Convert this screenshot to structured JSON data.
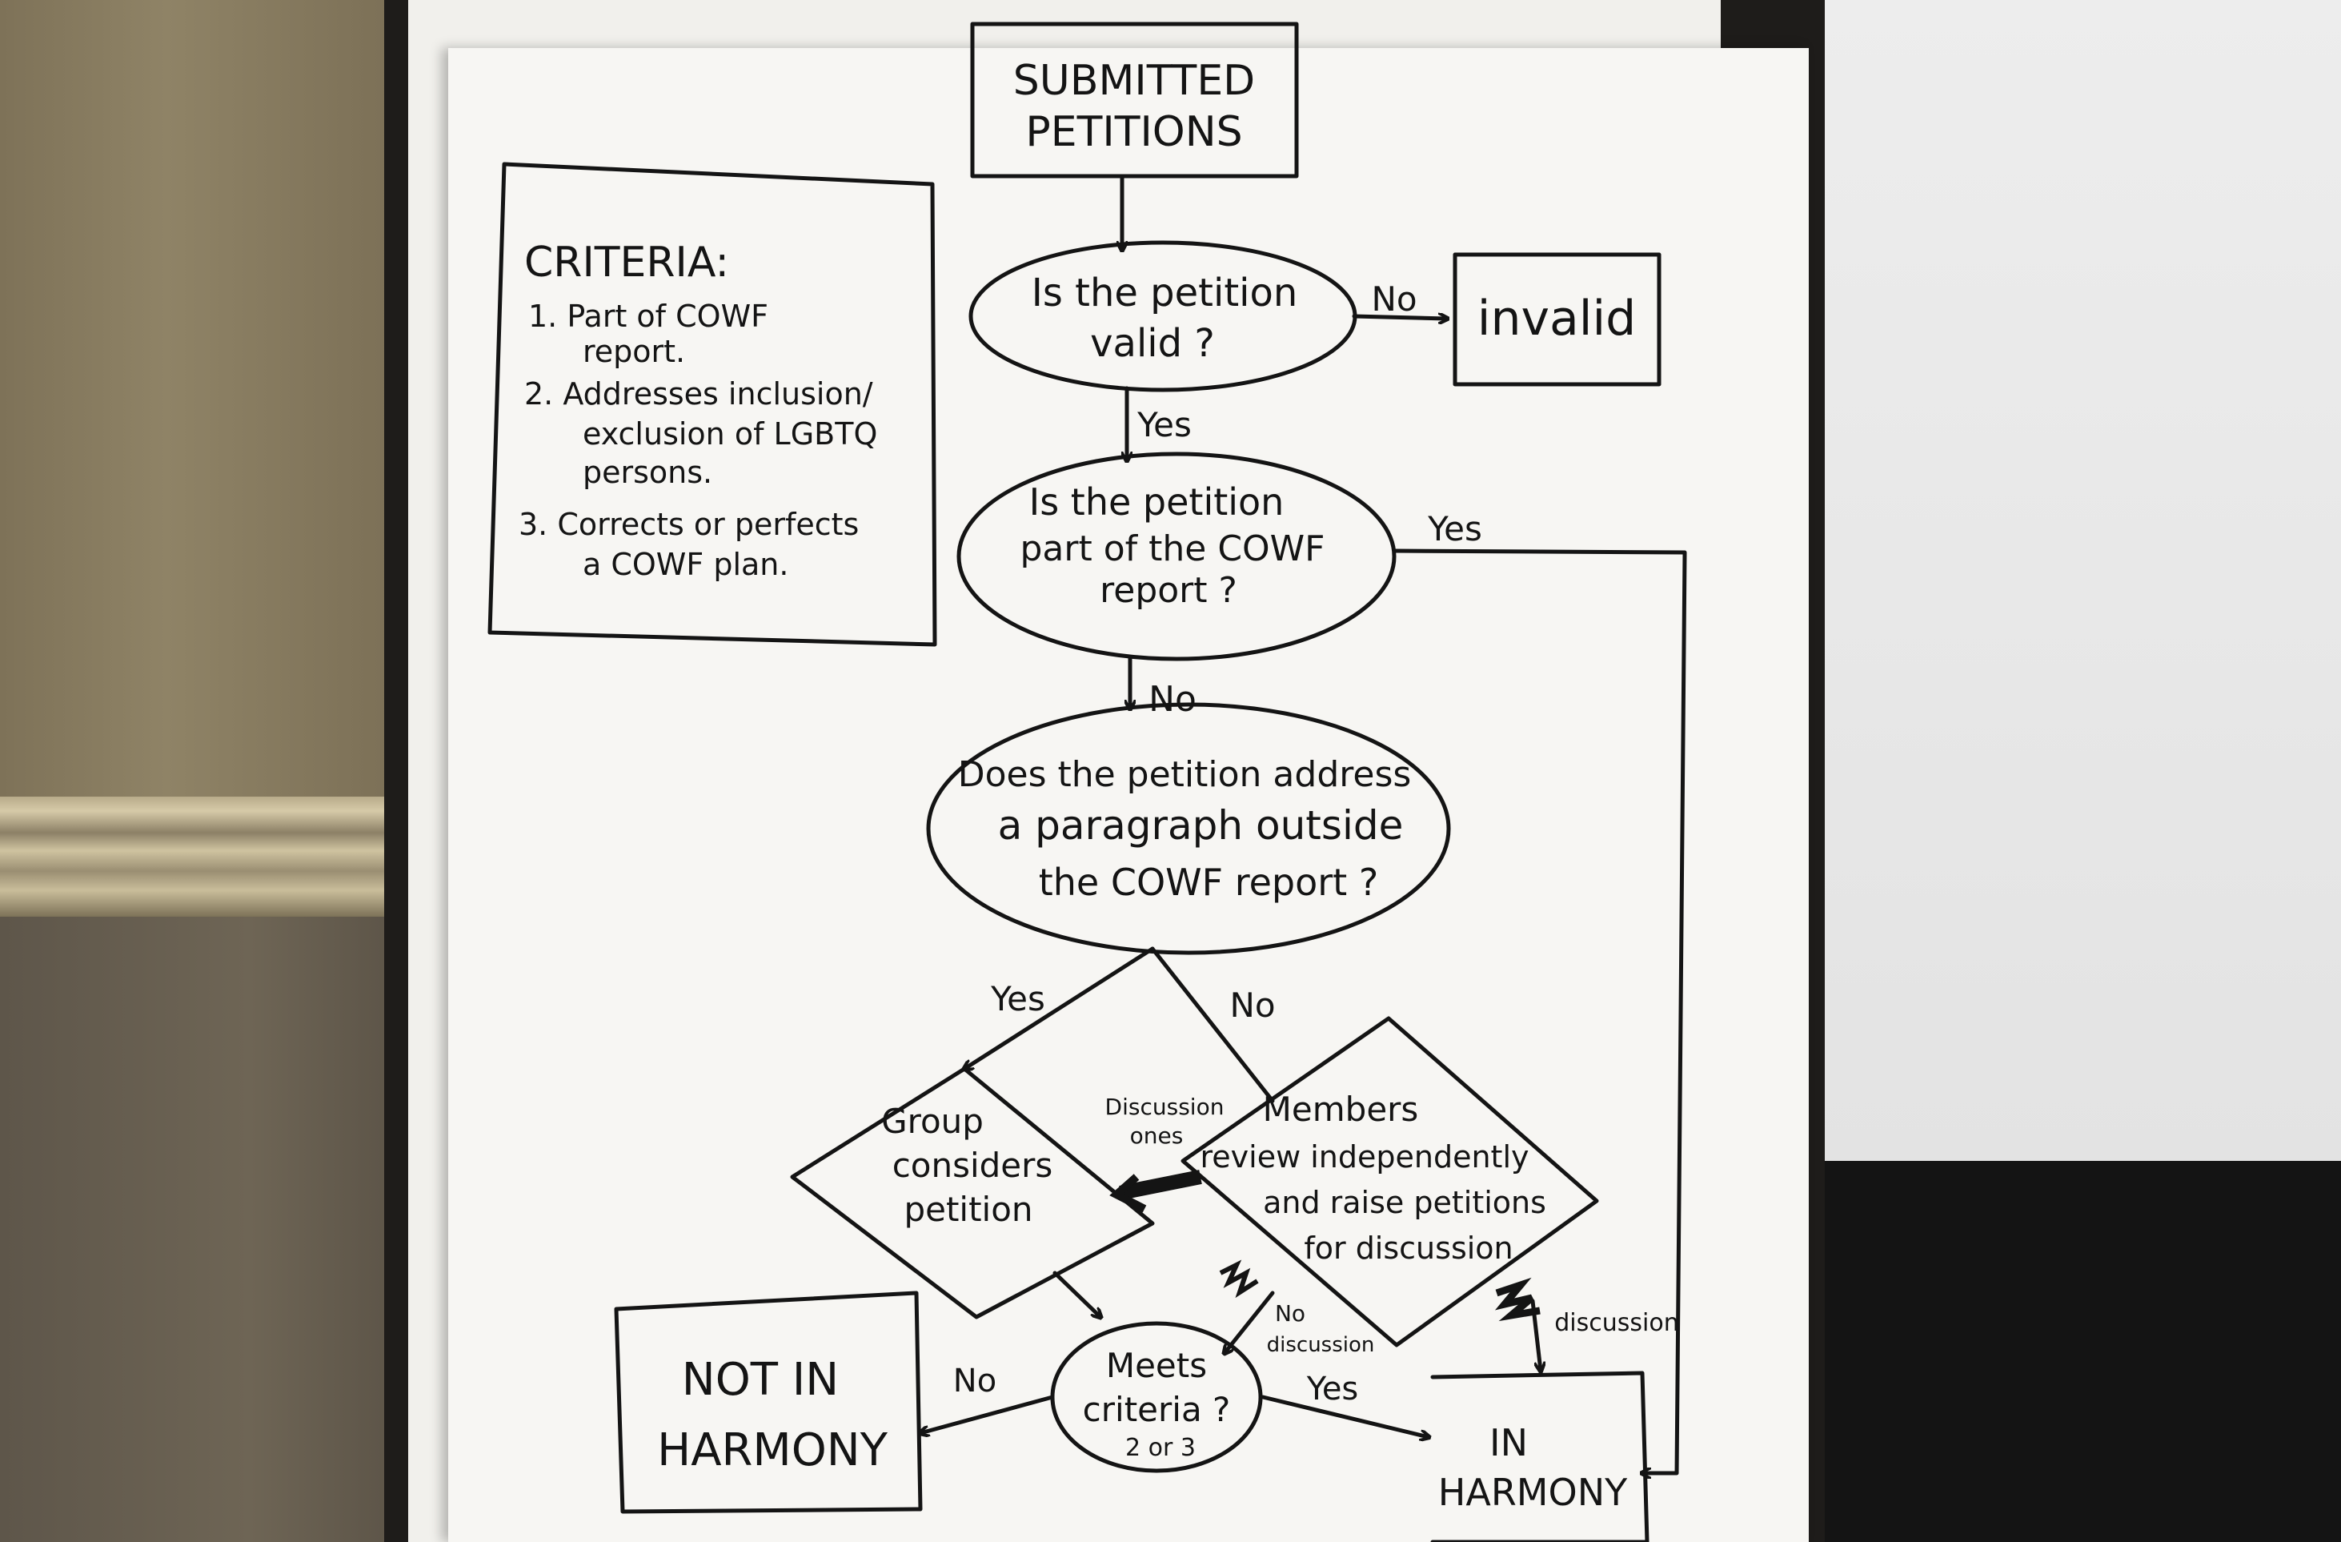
{
  "nodes": {
    "submitted": {
      "line1": "SUBMITTED",
      "line2": "PETITIONS"
    },
    "valid_q": {
      "line1": "Is the petition",
      "line2": "valid ?"
    },
    "invalid": {
      "label": "invalid"
    },
    "cowf_q": {
      "line1": "Is the petition",
      "line2": "part of the COWF",
      "line3": "report ?"
    },
    "outside_q": {
      "line1": "Does the petition address",
      "line2": "a paragraph outside",
      "line3": "the COWF report ?"
    },
    "group": {
      "line1": "Group",
      "line2": "considers",
      "line3": "petition"
    },
    "members": {
      "line1": "Members",
      "line2": "review independently",
      "line3": "and raise petitions",
      "line4": "for discussion"
    },
    "meets": {
      "line1": "Meets",
      "line2": "criteria ?",
      "line3": "2 or 3"
    },
    "not_harmony": {
      "line1": "NOT IN",
      "line2": "HARMONY"
    },
    "in_harmony": {
      "line1": "IN",
      "line2": "HARMONY"
    }
  },
  "edges": {
    "valid_no": "No",
    "valid_yes": "Yes",
    "cowf_yes": "Yes",
    "cowf_no": "No",
    "outside_yes": "Yes",
    "outside_no": "No",
    "discussion_line1": "Discussion",
    "discussion_line2": "ones",
    "no_discussion_line1": "No",
    "no_discussion_line2": "discussion",
    "no_discussion_right": "discussion",
    "meets_no": "No",
    "meets_yes": "Yes"
  },
  "criteria": {
    "heading": "CRITERIA:",
    "item1_line1": "1. Part of COWF",
    "item1_line2": "report.",
    "item2_line1": "2. Addresses inclusion/",
    "item2_line2": "exclusion of LGBTQ",
    "item2_line3": "persons.",
    "item3_line1": "3. Corrects or perfects",
    "item3_line2": "a COWF plan."
  }
}
